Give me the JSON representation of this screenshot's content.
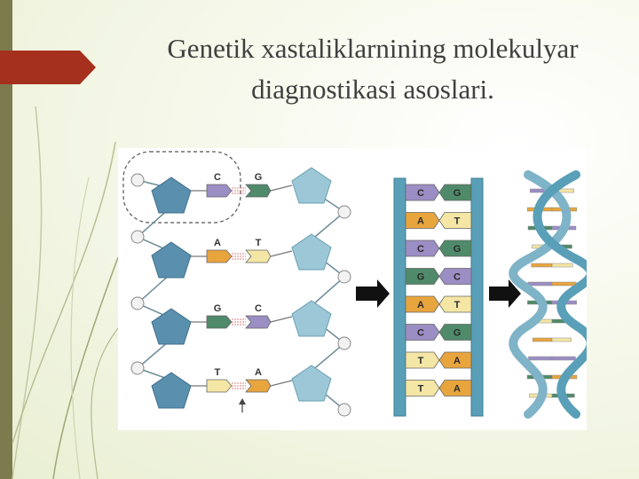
{
  "title": {
    "line1": "Genetik xastaliklarnining molekulyar",
    "line2": "diagnostikasi asoslari."
  },
  "colors": {
    "accent_tab": "#a5301d",
    "left_bar": "#7d7a4e",
    "C": "#9b8ec4",
    "G": "#4f8a6a",
    "A": "#e8a53e",
    "T": "#f4e6a4",
    "sugar": "#5b8fae",
    "sugar_light": "#9cc7d6",
    "ladder_rail": "#5a9fb8"
  },
  "left_pairs": [
    {
      "left": "C",
      "right": "G"
    },
    {
      "left": "A",
      "right": "T"
    },
    {
      "left": "G",
      "right": "C"
    },
    {
      "left": "T",
      "right": "A"
    }
  ],
  "ladder_pairs": [
    {
      "left": "C",
      "right": "G"
    },
    {
      "left": "A",
      "right": "T"
    },
    {
      "left": "C",
      "right": "G"
    },
    {
      "left": "G",
      "right": "C"
    },
    {
      "left": "A",
      "right": "T"
    },
    {
      "left": "C",
      "right": "G"
    },
    {
      "left": "T",
      "right": "A"
    },
    {
      "left": "T",
      "right": "A"
    }
  ],
  "icons": {
    "arrow_1": "right-arrow-icon",
    "arrow_2": "right-arrow-icon",
    "small_arrow": "up-arrow-icon"
  }
}
